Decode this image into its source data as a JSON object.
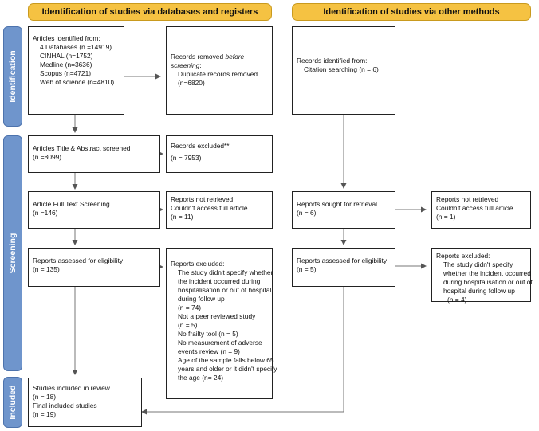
{
  "headers": {
    "left": "Identification of studies via databases and registers",
    "right": "Identification of studies via other methods"
  },
  "phases": {
    "identification": "Identification",
    "screening": "Screening",
    "included": "Included"
  },
  "boxes": {
    "articles_identified": {
      "title": "Articles identified from:",
      "lines": [
        "4 Databases (n =14919)",
        "CINHAL (n=1752)",
        "Medline (n=3636)",
        "Scopus (n=4721)",
        "Web of science (n=4810)"
      ]
    },
    "records_removed": {
      "line1": "Records removed",
      "line1_em": "before",
      "line2_em": "screening",
      "line2_rest": ":",
      "line3": "Duplicate records removed",
      "line4": "(n=6820)"
    },
    "other_identified": {
      "title": "Records identified from:",
      "line": "Citation searching (n = 6)"
    },
    "title_abstract": {
      "line1": "Articles Title & Abstract screened",
      "line2": "(n =8099)"
    },
    "records_excluded": {
      "line1": "Records excluded**",
      "line2": "(n = 7953)"
    },
    "full_text": {
      "line1": "Article Full Text Screening",
      "line2": "(n =146)"
    },
    "not_retrieved_left": {
      "line1": "Reports not retrieved",
      "line2": "Couldn't access full article",
      "line3": "(n = 11)"
    },
    "sought_right": {
      "line1": "Reports sought for retrieval",
      "line2": "(n = 6)"
    },
    "not_retrieved_right": {
      "line1": "Reports not retrieved",
      "line2": "Couldn't access full article",
      "line3": "(n = 1)"
    },
    "assessed_left": {
      "line1": "Reports assessed for eligibility",
      "line2": "(n = 135)"
    },
    "excluded_left": {
      "title": "Reports excluded:",
      "lines": [
        "The study didn't specify whether",
        "the incident occurred during",
        "hospitalisation or out of hospital",
        "during follow up",
        " (n = 74)",
        "Not a peer reviewed study",
        "(n = 5)",
        "No frailty tool (n = 5)",
        "No measurement of adverse",
        "events review (n = 9)",
        "Age of the sample falls below 65",
        "years and older or it didn't specify",
        "the age (n= 24)"
      ]
    },
    "assessed_right": {
      "line1": "Reports assessed for eligibility",
      "line2": "(n = 5)"
    },
    "excluded_right": {
      "title": "Reports excluded:",
      "lines": [
        "The study didn't specify",
        "whether the incident occurred",
        "during hospitalisation or out of",
        "hospital during follow up",
        "(n = 4)"
      ]
    },
    "included": {
      "line1": "Studies included in review",
      "line2": "(n = 18)",
      "line3": "Final included studies",
      "line4": "(n = 19)"
    }
  }
}
